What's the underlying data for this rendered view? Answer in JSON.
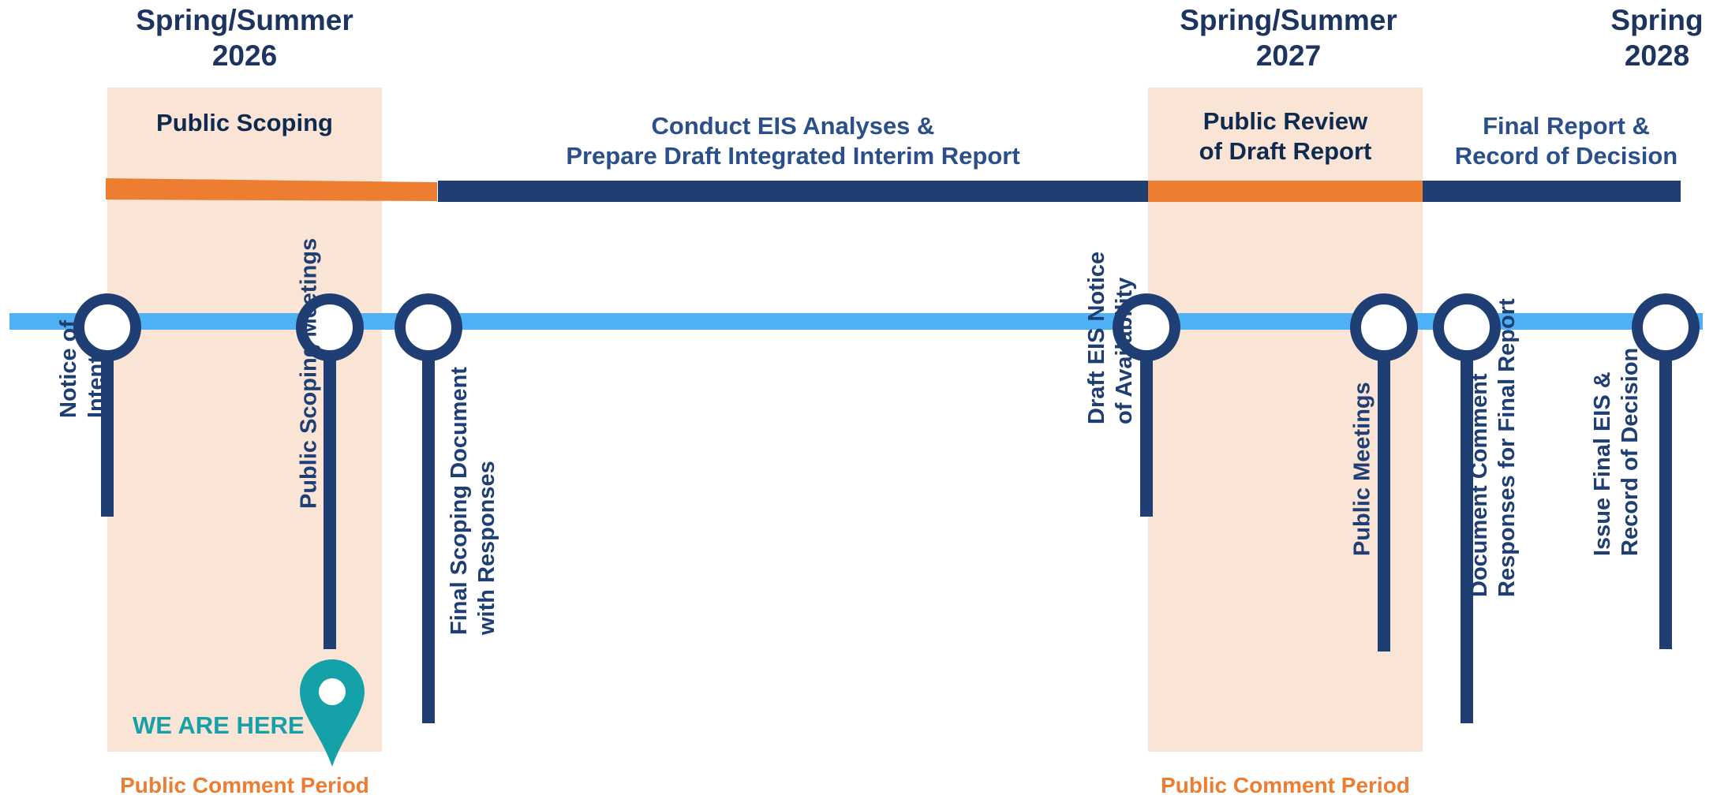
{
  "dates": [
    "Spring/Summer\n2026",
    "Spring/Summer\n2027",
    "Spring\n2028"
  ],
  "phases": [
    "Public Scoping",
    "Conduct EIS Analyses &\nPrepare Draft Integrated Interim Report",
    "Public Review\nof Draft Report",
    "Final Report &\nRecord of Decision"
  ],
  "milestones": [
    "Notice of\nIntent",
    "Public Scoping Meetings",
    "Final Scoping Document\nwith Responses",
    "Draft EIS Notice\nof Availability",
    "Public Meetings",
    "Document Comment\nResponses for Final Report",
    "Issue Final EIS &\nRecord of Decision"
  ],
  "comment_period_label": "Public Comment Period",
  "we_are_here": "WE ARE HERE",
  "colors": {
    "navy": "#1f3e73",
    "title_navy": "#1d3461",
    "orange": "#ed7d31",
    "band": "#fae4d6",
    "axis_blue": "#4fb1f5",
    "teal": "#14a1a8"
  },
  "icons": {
    "location": "map-pin-icon"
  }
}
